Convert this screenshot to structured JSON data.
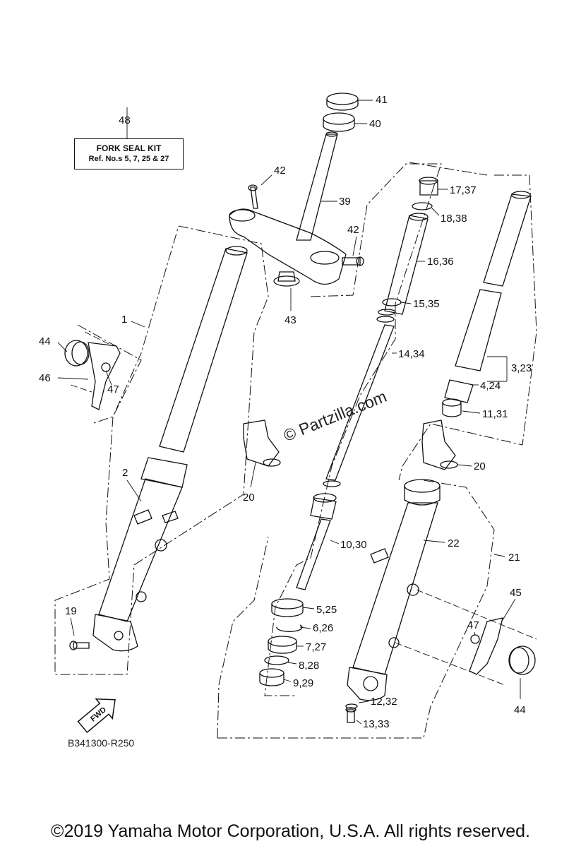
{
  "kit_box": {
    "title": "FORK SEAL KIT",
    "subtitle": "Ref. No.s 5, 7, 25 & 27"
  },
  "labels": {
    "l48": "48",
    "l41": "41",
    "l40": "40",
    "l42a": "42",
    "l39": "39",
    "l42b": "42",
    "l43": "43",
    "l1": "1",
    "l44a": "44",
    "l46": "46",
    "l47a": "47",
    "l2": "2",
    "l20a": "20",
    "l19": "19",
    "l17_37": "17,37",
    "l18_38": "18,38",
    "l16_36": "16,36",
    "l15_35": "15,35",
    "l14_34": "14,34",
    "l10_30": "10,30",
    "l5_25": "5,25",
    "l6_26": "6,26",
    "l7_27": "7,27",
    "l8_28": "8,28",
    "l9_29": "9,29",
    "l12_32": "12,32",
    "l13_33": "13,33",
    "l3_23": "3,23",
    "l4_24": "4,24",
    "l11_31": "11,31",
    "l20b": "20",
    "l22": "22",
    "l21": "21",
    "l45": "45",
    "l47b": "47",
    "l44b": "44"
  },
  "fwd_arrow": "FWD",
  "watermark": "© Partzilla.com",
  "diagram_code": "B341300-R250",
  "copyright": "©2019 Yamaha Motor Corporation, U.S.A. All rights reserved."
}
